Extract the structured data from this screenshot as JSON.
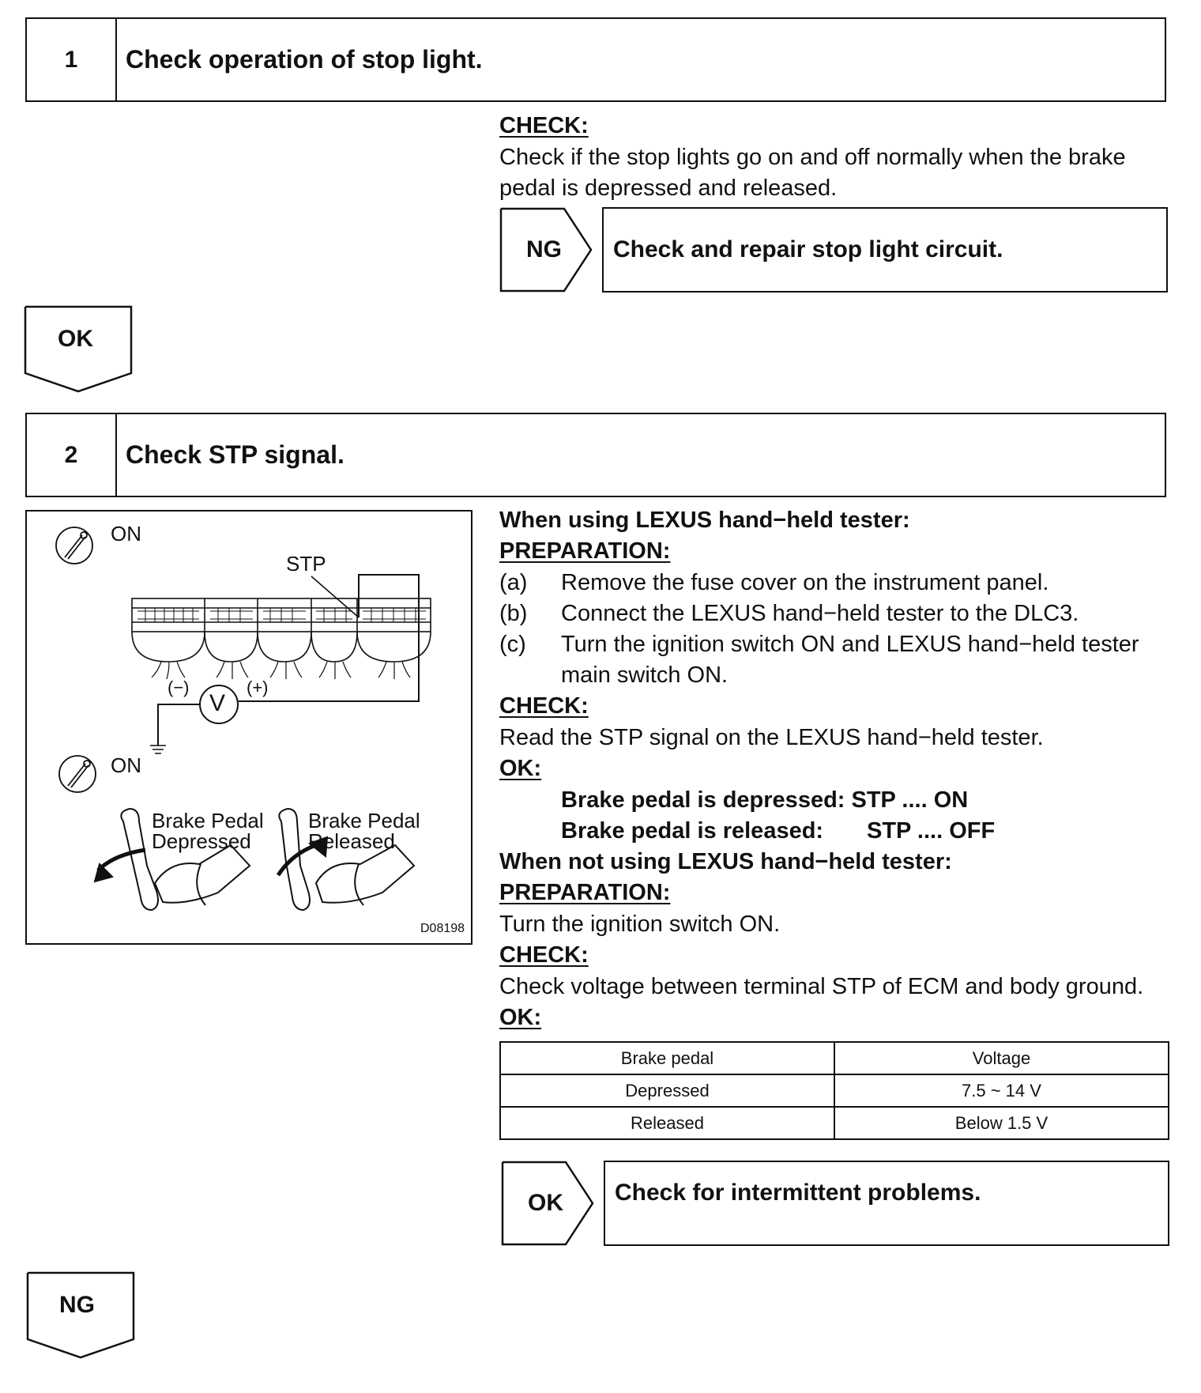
{
  "step1": {
    "number": "1",
    "title": "Check operation of stop light.",
    "check_header": "CHECK:",
    "check_text_1": "Check if the stop lights go on and off normally when the brake",
    "check_text_2": "pedal is depressed and released.",
    "ng_label": "NG",
    "ng_result": "Check and repair stop light circuit.",
    "ok_label": "OK"
  },
  "step2": {
    "number": "2",
    "title": "Check STP signal.",
    "figure": {
      "on_label_1": "ON",
      "stp_label": "STP",
      "minus_label": "(−)",
      "plus_label": "(+)",
      "volt_label": "V",
      "on_label_2": "ON",
      "depressed_label_1": "Brake Pedal",
      "depressed_label_2": "Depressed",
      "released_label_1": "Brake Pedal",
      "released_label_2": "Released",
      "figure_code": "D08198"
    },
    "tester_header": "When using LEXUS hand−held tester:",
    "prep_header": "PREPARATION:",
    "prep_items": [
      {
        "label": "(a)",
        "text": "Remove the fuse cover on the instrument panel."
      },
      {
        "label": "(b)",
        "text": "Connect the LEXUS hand−held tester to the DLC3."
      },
      {
        "label": "(c)",
        "text": "Turn the ignition switch ON and LEXUS hand−held tester",
        "text2": "main switch ON."
      }
    ],
    "check_header": "CHECK:",
    "check_text": "Read the STP signal on the LEXUS hand−held tester.",
    "ok_header": "OK:",
    "ok_line_1": "Brake pedal is depressed: STP .... ON",
    "ok_line_2_a": "Brake pedal is released:",
    "ok_line_2_b": "STP .... OFF",
    "no_tester_header": "When not using LEXUS hand−held tester:",
    "prep2_header": "PREPARATION:",
    "prep2_text": "Turn the ignition switch ON.",
    "check2_header": "CHECK:",
    "check2_text": "Check voltage between terminal STP of ECM and body ground.",
    "ok2_header": "OK:",
    "table": {
      "headers": [
        "Brake pedal",
        "Voltage"
      ],
      "rows": [
        [
          "Depressed",
          "7.5 ~ 14 V"
        ],
        [
          "Released",
          "Below 1.5 V"
        ]
      ]
    },
    "ok_label": "OK",
    "ok_result": "Check for intermittent problems.",
    "ng_label": "NG"
  }
}
